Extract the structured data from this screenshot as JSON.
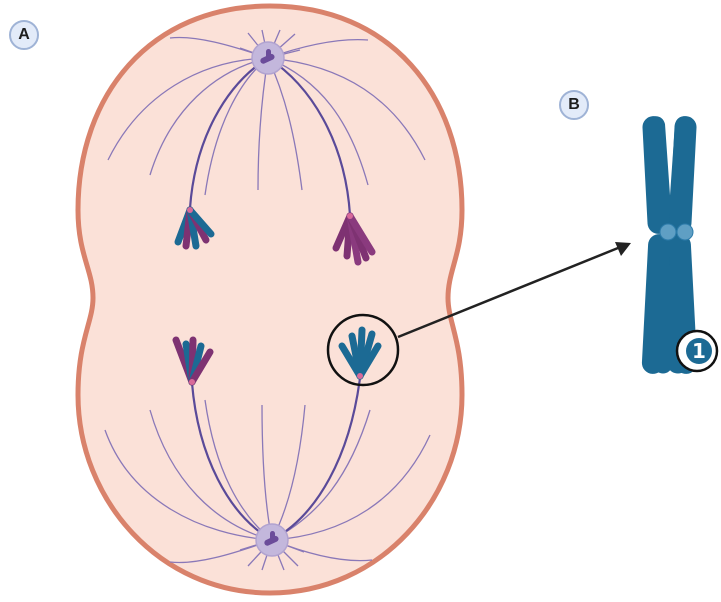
{
  "panels": {
    "a_label": "A",
    "b_label": "B"
  },
  "callout": {
    "number": "1"
  },
  "colors": {
    "cell_fill": "#fbe1d8",
    "cell_outline": "#d9826b",
    "spindle": "#8a78b8",
    "centrosome": "#c3b7dc",
    "chromatid_blue": "#1c6a94",
    "chromatid_purple": "#7e3272",
    "arrow": "#222222",
    "label_circle": "#e3ebf9"
  },
  "icons": [
    "cell-body",
    "centrosome",
    "spindle-fiber",
    "chromosome",
    "arrow",
    "label-circle"
  ]
}
